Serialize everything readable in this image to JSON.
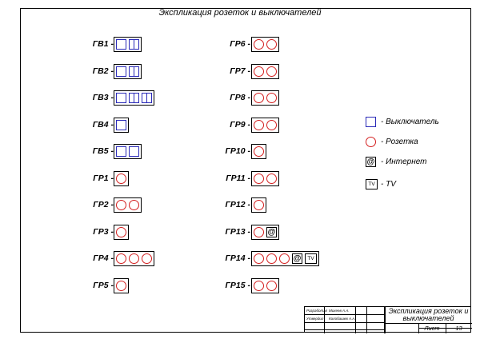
{
  "title": "Экспликация розеток и выключателей",
  "groups_left": [
    {
      "label": "ГВ1 -",
      "items": [
        "switch-1",
        "switch-2"
      ]
    },
    {
      "label": "ГВ2 -",
      "items": [
        "switch-1",
        "switch-2"
      ]
    },
    {
      "label": "ГВ3 -",
      "items": [
        "switch-1",
        "switch-2",
        "switch-2"
      ]
    },
    {
      "label": "ГВ4 -",
      "items": [
        "switch-1"
      ]
    },
    {
      "label": "ГВ5 -",
      "items": [
        "switch-1",
        "switch-1"
      ]
    },
    {
      "label": "ГР1 -",
      "items": [
        "socket"
      ]
    },
    {
      "label": "ГР2 -",
      "items": [
        "socket",
        "socket"
      ]
    },
    {
      "label": "ГР3 -",
      "items": [
        "socket"
      ]
    },
    {
      "label": "ГР4 -",
      "items": [
        "socket",
        "socket",
        "socket"
      ]
    },
    {
      "label": "ГР5 -",
      "items": [
        "socket"
      ]
    }
  ],
  "groups_right": [
    {
      "label": "ГР6 -",
      "items": [
        "socket",
        "socket"
      ]
    },
    {
      "label": "ГР7 -",
      "items": [
        "socket",
        "socket"
      ]
    },
    {
      "label": "ГР8 -",
      "items": [
        "socket",
        "socket"
      ]
    },
    {
      "label": "ГР9 -",
      "items": [
        "socket",
        "socket"
      ]
    },
    {
      "label": "ГР10 -",
      "items": [
        "socket"
      ]
    },
    {
      "label": "ГР11 -",
      "items": [
        "socket",
        "socket"
      ]
    },
    {
      "label": "ГР12 -",
      "items": [
        "socket"
      ]
    },
    {
      "label": "ГР13 -",
      "items": [
        "socket",
        "internet"
      ]
    },
    {
      "label": "ГР14 -",
      "items": [
        "socket",
        "socket",
        "socket",
        "internet",
        "tv"
      ]
    },
    {
      "label": "ГР15 -",
      "items": [
        "socket",
        "socket"
      ]
    }
  ],
  "legend": [
    {
      "icon": "switch",
      "text": "- Выключатель"
    },
    {
      "icon": "socket",
      "text": "- Розетка"
    },
    {
      "icon": "internet",
      "text": "- Интернет"
    },
    {
      "icon": "tv",
      "text": "- TV"
    }
  ],
  "symbols": {
    "internet": "@",
    "tv": "TV"
  },
  "colors": {
    "switch": "#2a2ab8",
    "socket": "#d42020",
    "frame": "#000000"
  },
  "stamp": {
    "developed_label": "Разработал",
    "developed_name": "Михеев А.А.",
    "approved_label": "Утвердил",
    "approved_name": "Колобашев А.А.",
    "title": "Экспликация розеток и выключателей",
    "sheet_label": "Лист",
    "sheet_number": "13"
  }
}
